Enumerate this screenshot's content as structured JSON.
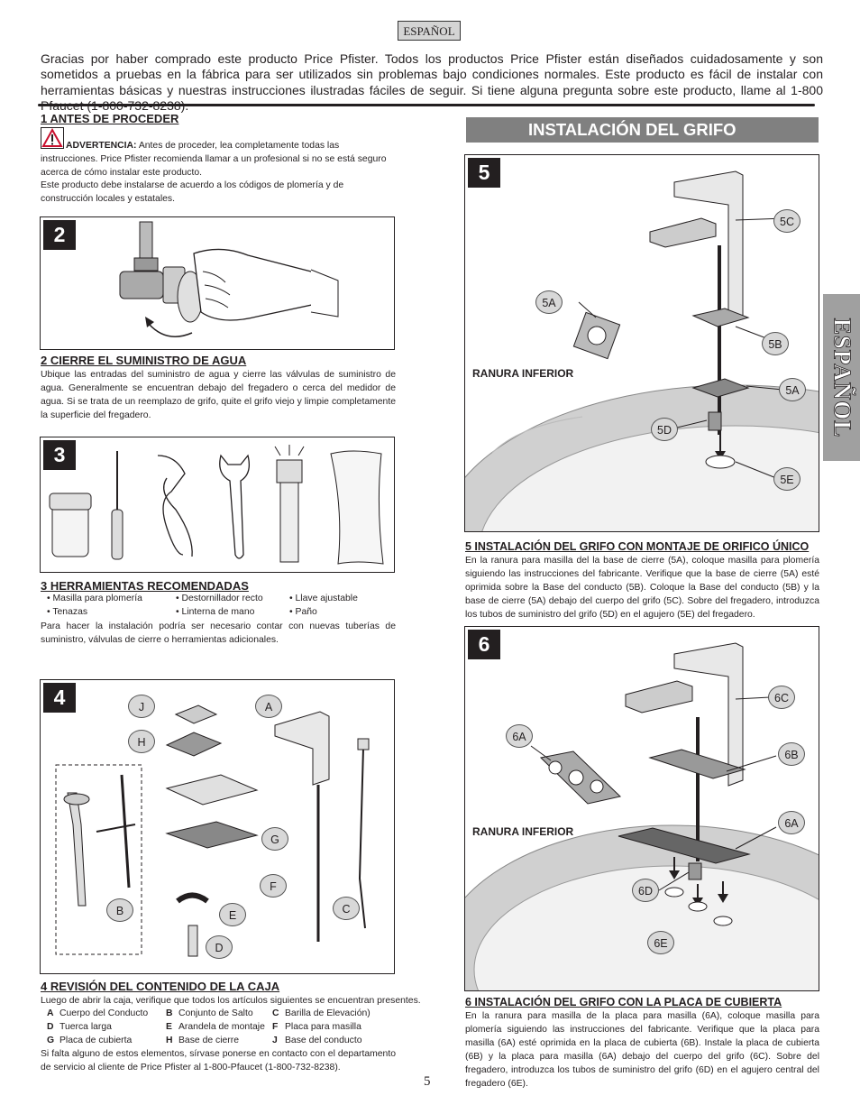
{
  "header": {
    "language_label": "ESPAÑOL"
  },
  "intro": "Gracias por haber comprado este producto Price Pfister. Todos los productos Price Pfister están diseñados cuidadosamente y son sometidos a pruebas en la fábrica para ser utilizados sin problemas bajo condiciones normales. Este producto es fácil de instalar con herramientas básicas y nuestras instrucciones ilustradas fáciles de seguir. Si tiene alguna pregunta sobre este producto, llame al 1-800 Pfaucet (1-800-732-8238).",
  "section1": {
    "title": "1  ANTES DE PROCEDER",
    "warning_label": "ADVERTENCIA:",
    "warning_text": " Antes de proceder, lea completamente todas las instrucciones. Price Pfister recomienda llamar a un profesional si no se está seguro acerca de cómo instalar este producto.",
    "note": "Este producto debe instalarse de acuerdo a los códigos de plomería y de construcción locales y estatales."
  },
  "section2": {
    "step": "2",
    "title": "2  CIERRE EL SUMINISTRO DE AGUA",
    "text": "Ubique las entradas del suministro de agua y cierre las válvulas de suministro de agua. Generalmente se encuentran debajo del fregadero o cerca del medidor de agua. Si se trata de un reemplazo de grifo, quite el grifo viejo y limpie completamente la superficie del fregadero."
  },
  "section3": {
    "step": "3",
    "title": "3  HERRAMIENTAS RECOMENDADAS",
    "tools": [
      "• Masilla para plomería",
      "• Destornillador recto",
      "• Llave ajustable",
      "• Tenazas",
      "• Linterna de mano",
      "• Paño"
    ],
    "note": "Para hacer la instalación podría ser necesario contar con nuevas tuberías de suministro, válvulas de cierre o herramientas adicionales."
  },
  "section4": {
    "step": "4",
    "title": "4  REVISIÓN DEL CONTENIDO DE LA CAJA",
    "intro": "Luego de abrir la caja, verifique que todos los artículos siguientes se encuentran presentes.",
    "items": [
      {
        "key": "A",
        "label": "Cuerpo del Conducto"
      },
      {
        "key": "B",
        "label": "Conjunto de Salto"
      },
      {
        "key": "C",
        "label": "Barilla de Elevación)"
      },
      {
        "key": "D",
        "label": "Tuerca larga"
      },
      {
        "key": "E",
        "label": "Arandela de montaje"
      },
      {
        "key": "F",
        "label": "Placa para masilla"
      },
      {
        "key": "G",
        "label": "Placa de cubierta"
      },
      {
        "key": "H",
        "label": "Base de cierre"
      },
      {
        "key": "J",
        "label": "Base del conducto"
      }
    ],
    "note": "Si falta alguno de estos elementos, sírvase ponerse en contacto con el departamento de servicio al cliente de Price Pfister al 1-800-Pfaucet (1-800-732-8238).",
    "callouts": [
      "J",
      "A",
      "H",
      "G",
      "F",
      "B",
      "E",
      "C",
      "D"
    ]
  },
  "install_header": "INSTALACIÓN DEL GRIFO",
  "side_tab": "ESPAÑOL",
  "section5": {
    "step": "5",
    "slot_label": "RANURA INFERIOR",
    "callouts": {
      "c5c": "5C",
      "c5a_top": "5A",
      "c5b": "5B",
      "c5a": "5A",
      "c5d": "5D",
      "c5e": "5E"
    },
    "title": "5  INSTALACIÓN DEL GRIFO CON MONTAJE DE ORIFICO ÚNICO",
    "text": "En la ranura para masilla del la base de cierre (5A), coloque masilla para plomería siguiendo las instrucciones del fabricante. Verifique que la base de cierre (5A) esté oprimida sobre la Base del conducto (5B). Coloque la Base del conducto (5B) y la base de cierre (5A) debajo del cuerpo del grifo (5C). Sobre del fregadero, introduzca los tubos de suministro del grifo (5D) en el agujero (5E) del fregadero."
  },
  "section6": {
    "step": "6",
    "slot_label": "RANURA INFERIOR",
    "callouts": {
      "c6c": "6C",
      "c6a_top": "6A",
      "c6b": "6B",
      "c6a": "6A",
      "c6d": "6D",
      "c6e": "6E"
    },
    "title": "6  INSTALACIÓN DEL GRIFO CON LA PLACA DE CUBIERTA",
    "text": "En la ranura para masilla de la placa para masilla (6A), coloque masilla para plomería siguiendo las instrucciones del fabricante. Verifique que la placa para masilla (6A) esté oprimida en la placa de cubierta (6B). Instale la placa de cubierta (6B) y la placa para masilla (6A) debajo del cuerpo del grifo (6C). Sobre del fregadero, introduzca los tubos de suministro del grifo (6D) en el agujero central del fregadero (6E)."
  },
  "page_number": "5"
}
